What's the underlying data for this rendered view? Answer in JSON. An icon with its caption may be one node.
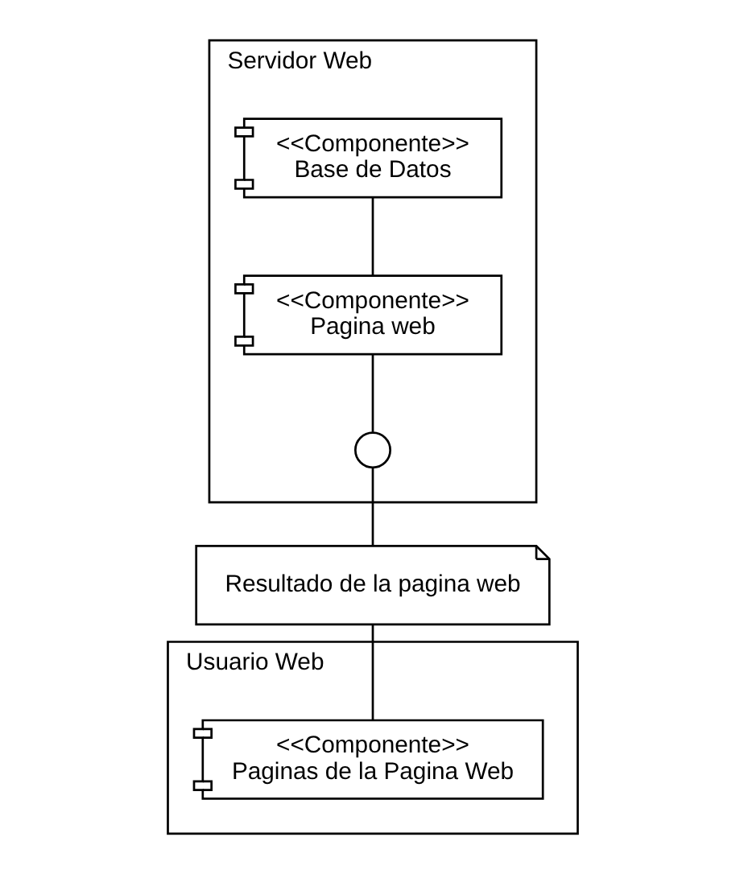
{
  "diagram": {
    "nodes": [
      {
        "text": [
          "Servidor Web"
        ]
      },
      {
        "text": [
          "<<Componente>>",
          "Base de Datos"
        ],
        "in": 0
      },
      {
        "text": [
          "<<Componente>>",
          "Pagina web"
        ],
        "in": 0
      },
      {
        "text": [],
        "shape": "circle",
        "in": 0
      },
      {
        "text": [
          "Resultado de la pagina web"
        ]
      },
      {
        "text": [
          "Usuario Web"
        ]
      },
      {
        "text": [
          "<<Componente>>",
          "Paginas de la Pagina Web"
        ],
        "in": 5
      }
    ],
    "edges": [
      {
        "from": 1,
        "to": 2,
        "arrow": "none"
      },
      {
        "from": 2,
        "to": 3,
        "arrow": "none"
      },
      {
        "from": 3,
        "to": 4,
        "arrow": "none"
      },
      {
        "from": 4,
        "to": 6,
        "arrow": "none"
      }
    ]
  }
}
